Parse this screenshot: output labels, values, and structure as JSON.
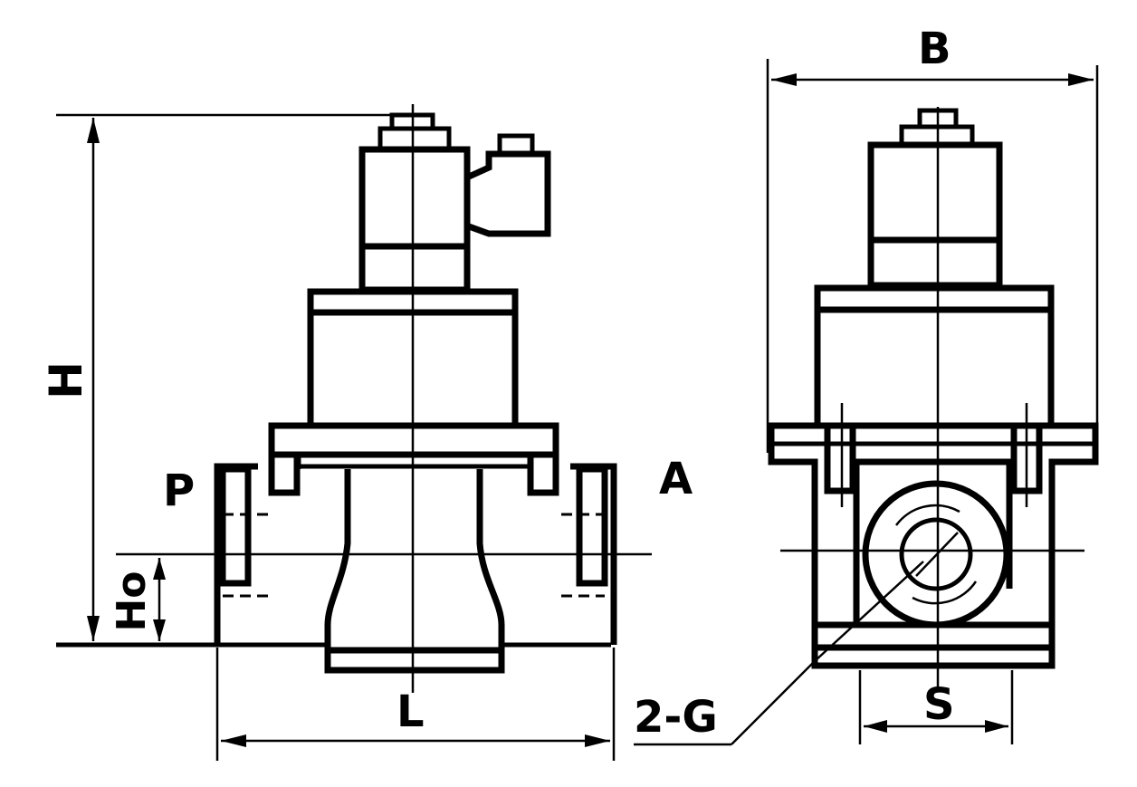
{
  "figure": {
    "views": [
      "front-view",
      "side-view"
    ],
    "labels": {
      "height": "H",
      "base_height": "Ho",
      "length": "L",
      "port_inlet": "P",
      "port_outlet": "A",
      "width": "B",
      "spacing": "S",
      "thread": "2-G"
    },
    "colors": {
      "line": "#000000",
      "background": "#ffffff"
    }
  }
}
